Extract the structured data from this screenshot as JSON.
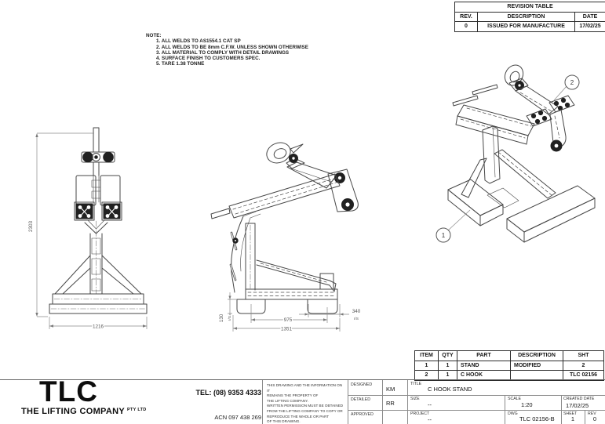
{
  "revision_table": {
    "title": "REVISION TABLE",
    "col_rev": "REV.",
    "col_description": "DESCRIPTION",
    "col_date": "DATE",
    "rows": [
      {
        "rev": "0",
        "description": "ISSUED FOR MANUFACTURE",
        "date": "17/02/25"
      }
    ]
  },
  "notes": {
    "label": "NOTE:",
    "items": [
      "1. ALL WELDS TO AS1554.1 CAT SP",
      "2. ALL WELDS TO BE 8mm C.F.W. UNLESS SHOWN OTHERWISE",
      "3. ALL MATERIAL TO COMPLY WITH DETAIL DRAWINGS",
      "4. SURFACE FINISH TO CUSTOMERS SPEC.",
      "5. TARE 1.38 TONNE"
    ]
  },
  "views": {
    "front": {
      "dim_height": "2303",
      "dim_width": "1216"
    },
    "side": {
      "dim_foot_height": "130",
      "dim_foot_height_suffix": "I/S",
      "dim_inner_span": "975",
      "dim_overall": "1351",
      "dim_foot_width": "340",
      "dim_foot_width_suffix": "I/S"
    },
    "iso": {
      "balloon_stand": "1",
      "balloon_chook": "2"
    }
  },
  "item_table": {
    "col_item": "ITEM",
    "col_qty": "QTY",
    "col_part": "PART",
    "col_description": "DESCRIPTION",
    "col_sht": "SHT",
    "rows": [
      {
        "item": "1",
        "qty": "1",
        "part": "STAND",
        "description": "MODIFIED",
        "sht": "2"
      },
      {
        "item": "2",
        "qty": "1",
        "part": "C HOOK",
        "description": "",
        "sht": "TLC 02156"
      }
    ]
  },
  "title_block": {
    "company": {
      "logo": "TLC",
      "name": "THE LIFTING COMPANY",
      "entity": "PTY LTD",
      "tel": "TEL: (08) 9353 4333",
      "acn": "ACN 097 438 269"
    },
    "disclaimer": "THIS DRAWING AND THE INFORMATION ON IT\nREMAINS THE PROPERTY OF\nTHE LIFTING COMPANY.\nWRITTEN PERMISSION MUST BE OBTAINED\nFROM THE LIFTING COMPANY TO COPY OR\nREPRODUCE THE WHOLE OR PART\nOF THIS DRAWING.",
    "designed_label": "DESIGNED",
    "designed_value": "KM",
    "detailed_label": "DETAILED",
    "detailed_value": "RR",
    "approved_label": "APPROVED",
    "approved_value": "",
    "title_label": "TITLE",
    "title_value": "C HOOK STAND",
    "size_label": "SIZE",
    "size_value": "--",
    "scale_label": "SCALE",
    "scale_value": "1:20",
    "created_date_label": "CREATED DATE",
    "created_date_value": "17/02/25",
    "project_label": "PROJECT",
    "project_value": "--",
    "dwg_label": "DWG",
    "dwg_value": "TLC 02156-B",
    "sheet_label": "SHEET",
    "sheet_value": "1",
    "rev_label": "REV",
    "rev_value": "0"
  }
}
